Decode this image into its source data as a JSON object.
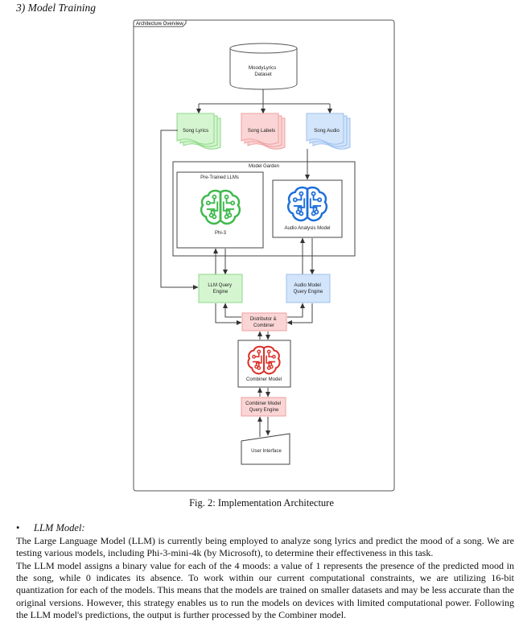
{
  "section": {
    "heading": "3)  Model Training"
  },
  "diagram": {
    "frame_label": "Architecture Overview",
    "dataset": [
      "MoodyLyrics",
      "Dataset"
    ],
    "lyrics": "Song Lyrics",
    "labels": "Song Labels",
    "audio": "Song Audio",
    "garden": "Model Garden",
    "pretrained": "Pre-Trained LLMs",
    "phi": "Phi-3",
    "audio_model": "Audio Analysis Model",
    "llm_engine": [
      "LLM Query",
      "Engine"
    ],
    "audio_engine": [
      "Audio Model",
      "Query Engine"
    ],
    "distributor": [
      "Distributor &",
      "Combiner"
    ],
    "combiner_model": "Combiner Model",
    "combiner_engine": [
      "Combiner Model",
      "Query Engine"
    ],
    "ui": "User Interface",
    "colors": {
      "green_fill": "#d5f5d0",
      "green_stroke": "#8fd88a",
      "pink_fill": "#fbd5d5",
      "pink_stroke": "#eea0a0",
      "blue_fill": "#d3e5fb",
      "blue_stroke": "#9cc0ee",
      "brain_green": "#3eb94c",
      "brain_blue": "#1e6fd9",
      "brain_red": "#d9302a"
    },
    "icons": [
      "brain-circuit-icon"
    ]
  },
  "caption": "Fig. 2: Implementation Architecture",
  "bullet": {
    "marker": "•",
    "title": "LLM Model:"
  },
  "paragraphs": [
    "The Large Language Model (LLM) is currently being employed to analyze song lyrics and predict the mood of a song. We are testing various models, including Phi-3-mini-4k (by Microsoft), to determine their effectiveness in this task.",
    "The LLM model assigns a binary value for each of the 4 moods: a value of 1 represents the presence of the predicted mood in the song, while 0 indicates its absence. To work within our current computational constraints, we are utilizing 16-bit quantization for each of the models. This means that the models are trained on smaller datasets and may be less accurate than the original versions. However, this strategy enables us to run the models on devices with limited computational power. Following the LLM model's predictions, the output is further processed by the Combiner model."
  ]
}
